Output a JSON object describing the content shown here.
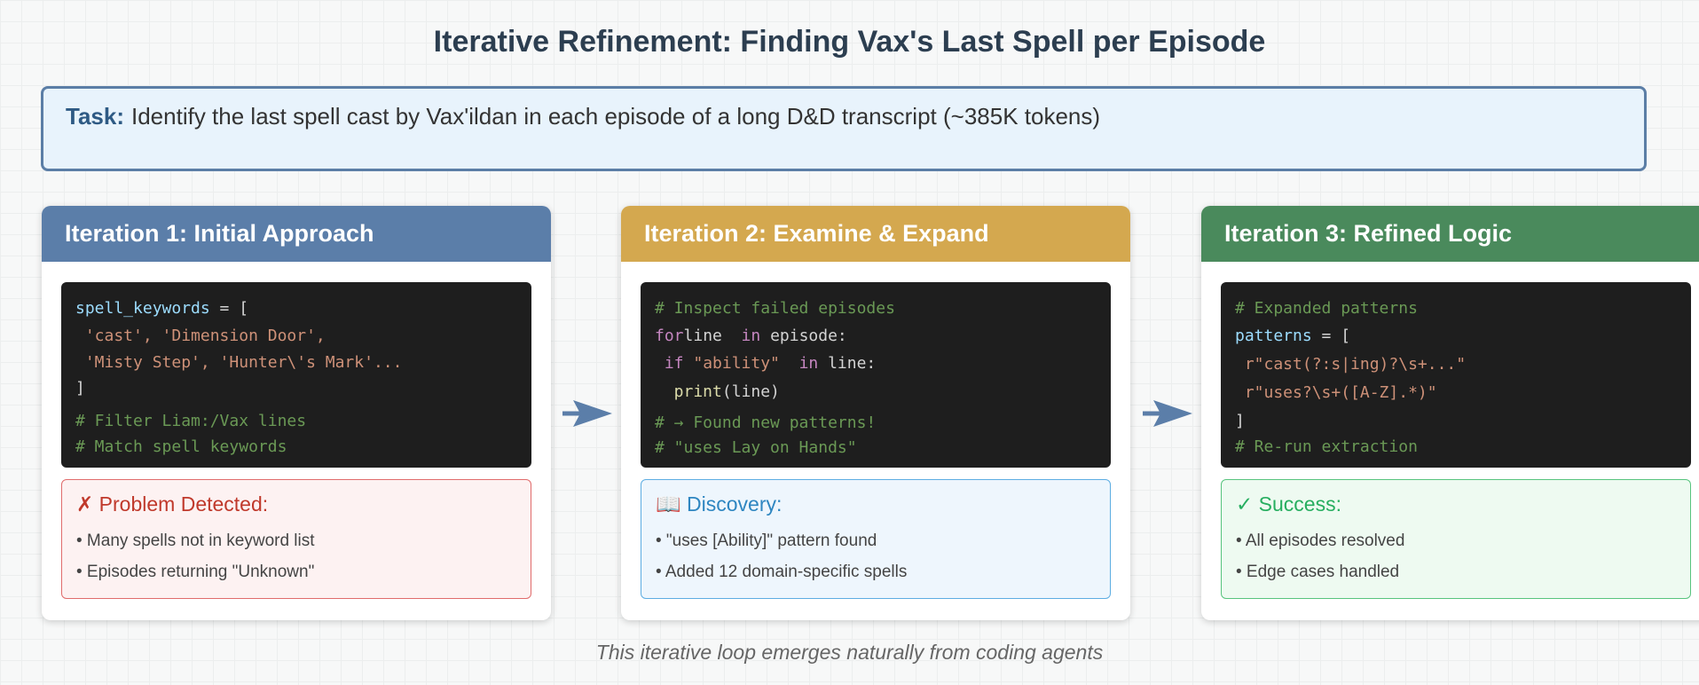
{
  "title": "Iterative Refinement: Finding Vax's Last Spell per Episode",
  "task": {
    "label": "Task:",
    "text": "Identify the last spell cast by Vax'ildan in each episode of a long D&D transcript (~385K tokens)"
  },
  "iterations": [
    {
      "header": "Iteration 1: Initial Approach",
      "header_color": "#5b7ea9",
      "code": {
        "l1_var": "spell_keywords",
        "l1_rest": " = [",
        "l2": " 'cast', 'Dimension Door',",
        "l3": " 'Misty Step', 'Hunter\\'s Mark'...",
        "l4": "]",
        "l5": "# Filter Liam:/Vax lines",
        "l6": "# Match spell keywords"
      },
      "note": {
        "icon": "✗",
        "title": "Problem Detected:",
        "items": [
          "• Many spells not in keyword list",
          "• Episodes returning \"Unknown\""
        ]
      }
    },
    {
      "header": "Iteration 2: Examine & Expand",
      "header_color": "#d4a84f",
      "code": {
        "l1": "# Inspect failed episodes",
        "l2_kw": "for",
        "l2_a": "line ",
        "l2_in": "in",
        "l2_b": " episode:",
        "l3_kw": " if",
        "l3_str": " \"ability\"",
        "l3_in": " in",
        "l3_b": " line:",
        "l4_fn": "  print",
        "l4_b": "(line)",
        "l5": "# → Found new patterns!",
        "l6": "# \"uses Lay on Hands\""
      },
      "note": {
        "icon": "📖",
        "title": "Discovery:",
        "items": [
          "• \"uses [Ability]\" pattern found",
          "• Added 12 domain-specific spells"
        ]
      }
    },
    {
      "header": "Iteration 3: Refined Logic",
      "header_color": "#4a8a5c",
      "code": {
        "l1": "# Expanded patterns",
        "l2_var": "patterns",
        "l2_rest": " = [",
        "l3": " r\"cast(?:s|ing)?\\s+...\"",
        "l4": " r\"uses?\\s+([A-Z].*)\"",
        "l5": "]",
        "l6": "# Re-run extraction"
      },
      "note": {
        "icon": "✓",
        "title": "Success:",
        "items": [
          "• All episodes resolved",
          "• Edge cases handled"
        ]
      }
    }
  ],
  "footer": "This iterative loop emerges naturally from coding agents"
}
